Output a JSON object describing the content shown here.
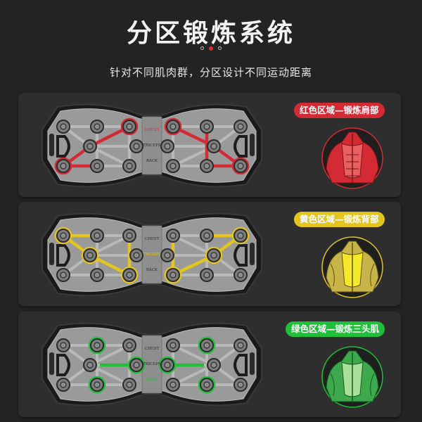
{
  "header": {
    "title": "分区锻炼系统",
    "pager": {
      "count": 3,
      "active_index": 1
    },
    "subtitle": "针对不同肌肉群，分区设计不同运动距离"
  },
  "zones": [
    {
      "id": "red",
      "badge": "红色区域—锻炼肩部",
      "color": "#d42a33",
      "muscle_icon": "chest-shoulder-muscle-icon",
      "board_labels": [
        "CHEST",
        "TRICEPS",
        "BACK"
      ],
      "highlighted_label": "CHEST"
    },
    {
      "id": "yellow",
      "badge": "黄色区域—锻炼背部",
      "color": "#e3c51d",
      "muscle_icon": "back-muscle-icon",
      "board_labels": [
        "CHEST",
        "TRICEPS",
        "BACK"
      ],
      "highlighted_label": "TRICEPS"
    },
    {
      "id": "green",
      "badge": "绿色区域—锻炼三头肌",
      "color": "#1fbf3a",
      "muscle_icon": "triceps-muscle-icon",
      "board_labels": [
        "CHEST",
        "TRICEPS",
        "BACK"
      ],
      "highlighted_label": "BACK"
    }
  ]
}
